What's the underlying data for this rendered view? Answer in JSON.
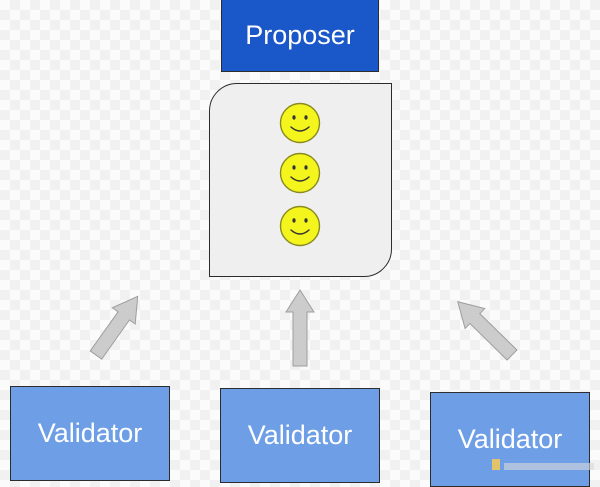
{
  "proposer": {
    "label": "Proposer"
  },
  "pool": {
    "items": [
      {
        "icon": "smiley-face-icon"
      },
      {
        "icon": "smiley-face-icon"
      },
      {
        "icon": "smiley-face-icon"
      }
    ]
  },
  "validators": [
    {
      "label": "Validator"
    },
    {
      "label": "Validator"
    },
    {
      "label": "Validator"
    }
  ],
  "colors": {
    "proposer_fill": "#1a57c8",
    "validator_fill": "#6e9fe6",
    "pool_fill": "#efefef",
    "smiley_fill": "#f5f51e",
    "arrow_fill": "#cccccc"
  }
}
